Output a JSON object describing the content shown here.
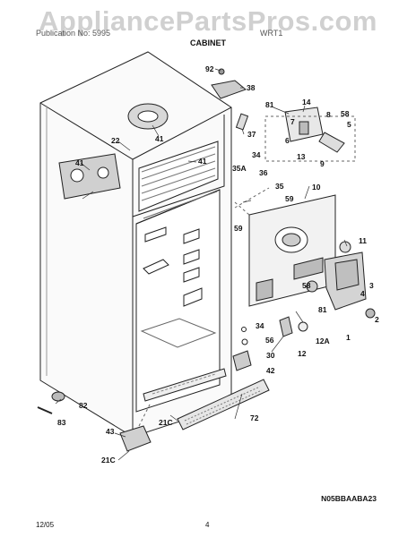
{
  "watermark": "AppliancePartsPros.com",
  "header": {
    "left_text": "Publication No: 5995",
    "right_text": "WRT1"
  },
  "title": "CABINET",
  "callouts": [
    {
      "id": "c92",
      "label": "92"
    },
    {
      "id": "c38",
      "label": "38"
    },
    {
      "id": "c14",
      "label": "14"
    },
    {
      "id": "c81a",
      "label": "81"
    },
    {
      "id": "c7",
      "label": "7"
    },
    {
      "id": "c8",
      "label": "8"
    },
    {
      "id": "c58a",
      "label": "58"
    },
    {
      "id": "c5",
      "label": "5"
    },
    {
      "id": "c6",
      "label": "6"
    },
    {
      "id": "c13",
      "label": "13"
    },
    {
      "id": "c9",
      "label": "9"
    },
    {
      "id": "c37",
      "label": "37"
    },
    {
      "id": "c41a",
      "label": "41"
    },
    {
      "id": "c22",
      "label": "22"
    },
    {
      "id": "c41b",
      "label": "41"
    },
    {
      "id": "c41c",
      "label": "41"
    },
    {
      "id": "c34a",
      "label": "34"
    },
    {
      "id": "c35a",
      "label": "35A"
    },
    {
      "id": "c36",
      "label": "36"
    },
    {
      "id": "c35",
      "label": "35"
    },
    {
      "id": "c10",
      "label": "10"
    },
    {
      "id": "c59a",
      "label": "59"
    },
    {
      "id": "c59b",
      "label": "59"
    },
    {
      "id": "c11",
      "label": "11"
    },
    {
      "id": "c3",
      "label": "3"
    },
    {
      "id": "c58b",
      "label": "58"
    },
    {
      "id": "c4",
      "label": "4"
    },
    {
      "id": "c2",
      "label": "2"
    },
    {
      "id": "c81b",
      "label": "81"
    },
    {
      "id": "c1",
      "label": "1"
    },
    {
      "id": "c34b",
      "label": "34"
    },
    {
      "id": "c56",
      "label": "56"
    },
    {
      "id": "c12a",
      "label": "12A"
    },
    {
      "id": "c30",
      "label": "30"
    },
    {
      "id": "c12",
      "label": "12"
    },
    {
      "id": "c42",
      "label": "42"
    },
    {
      "id": "c82",
      "label": "82"
    },
    {
      "id": "c83",
      "label": "83"
    },
    {
      "id": "c72",
      "label": "72"
    },
    {
      "id": "c21ca",
      "label": "21C"
    },
    {
      "id": "c43",
      "label": "43"
    },
    {
      "id": "c21cb",
      "label": "21C"
    }
  ],
  "drawing_code": "N05BBAABA23",
  "footer": {
    "date": "12/05",
    "page": "4"
  }
}
